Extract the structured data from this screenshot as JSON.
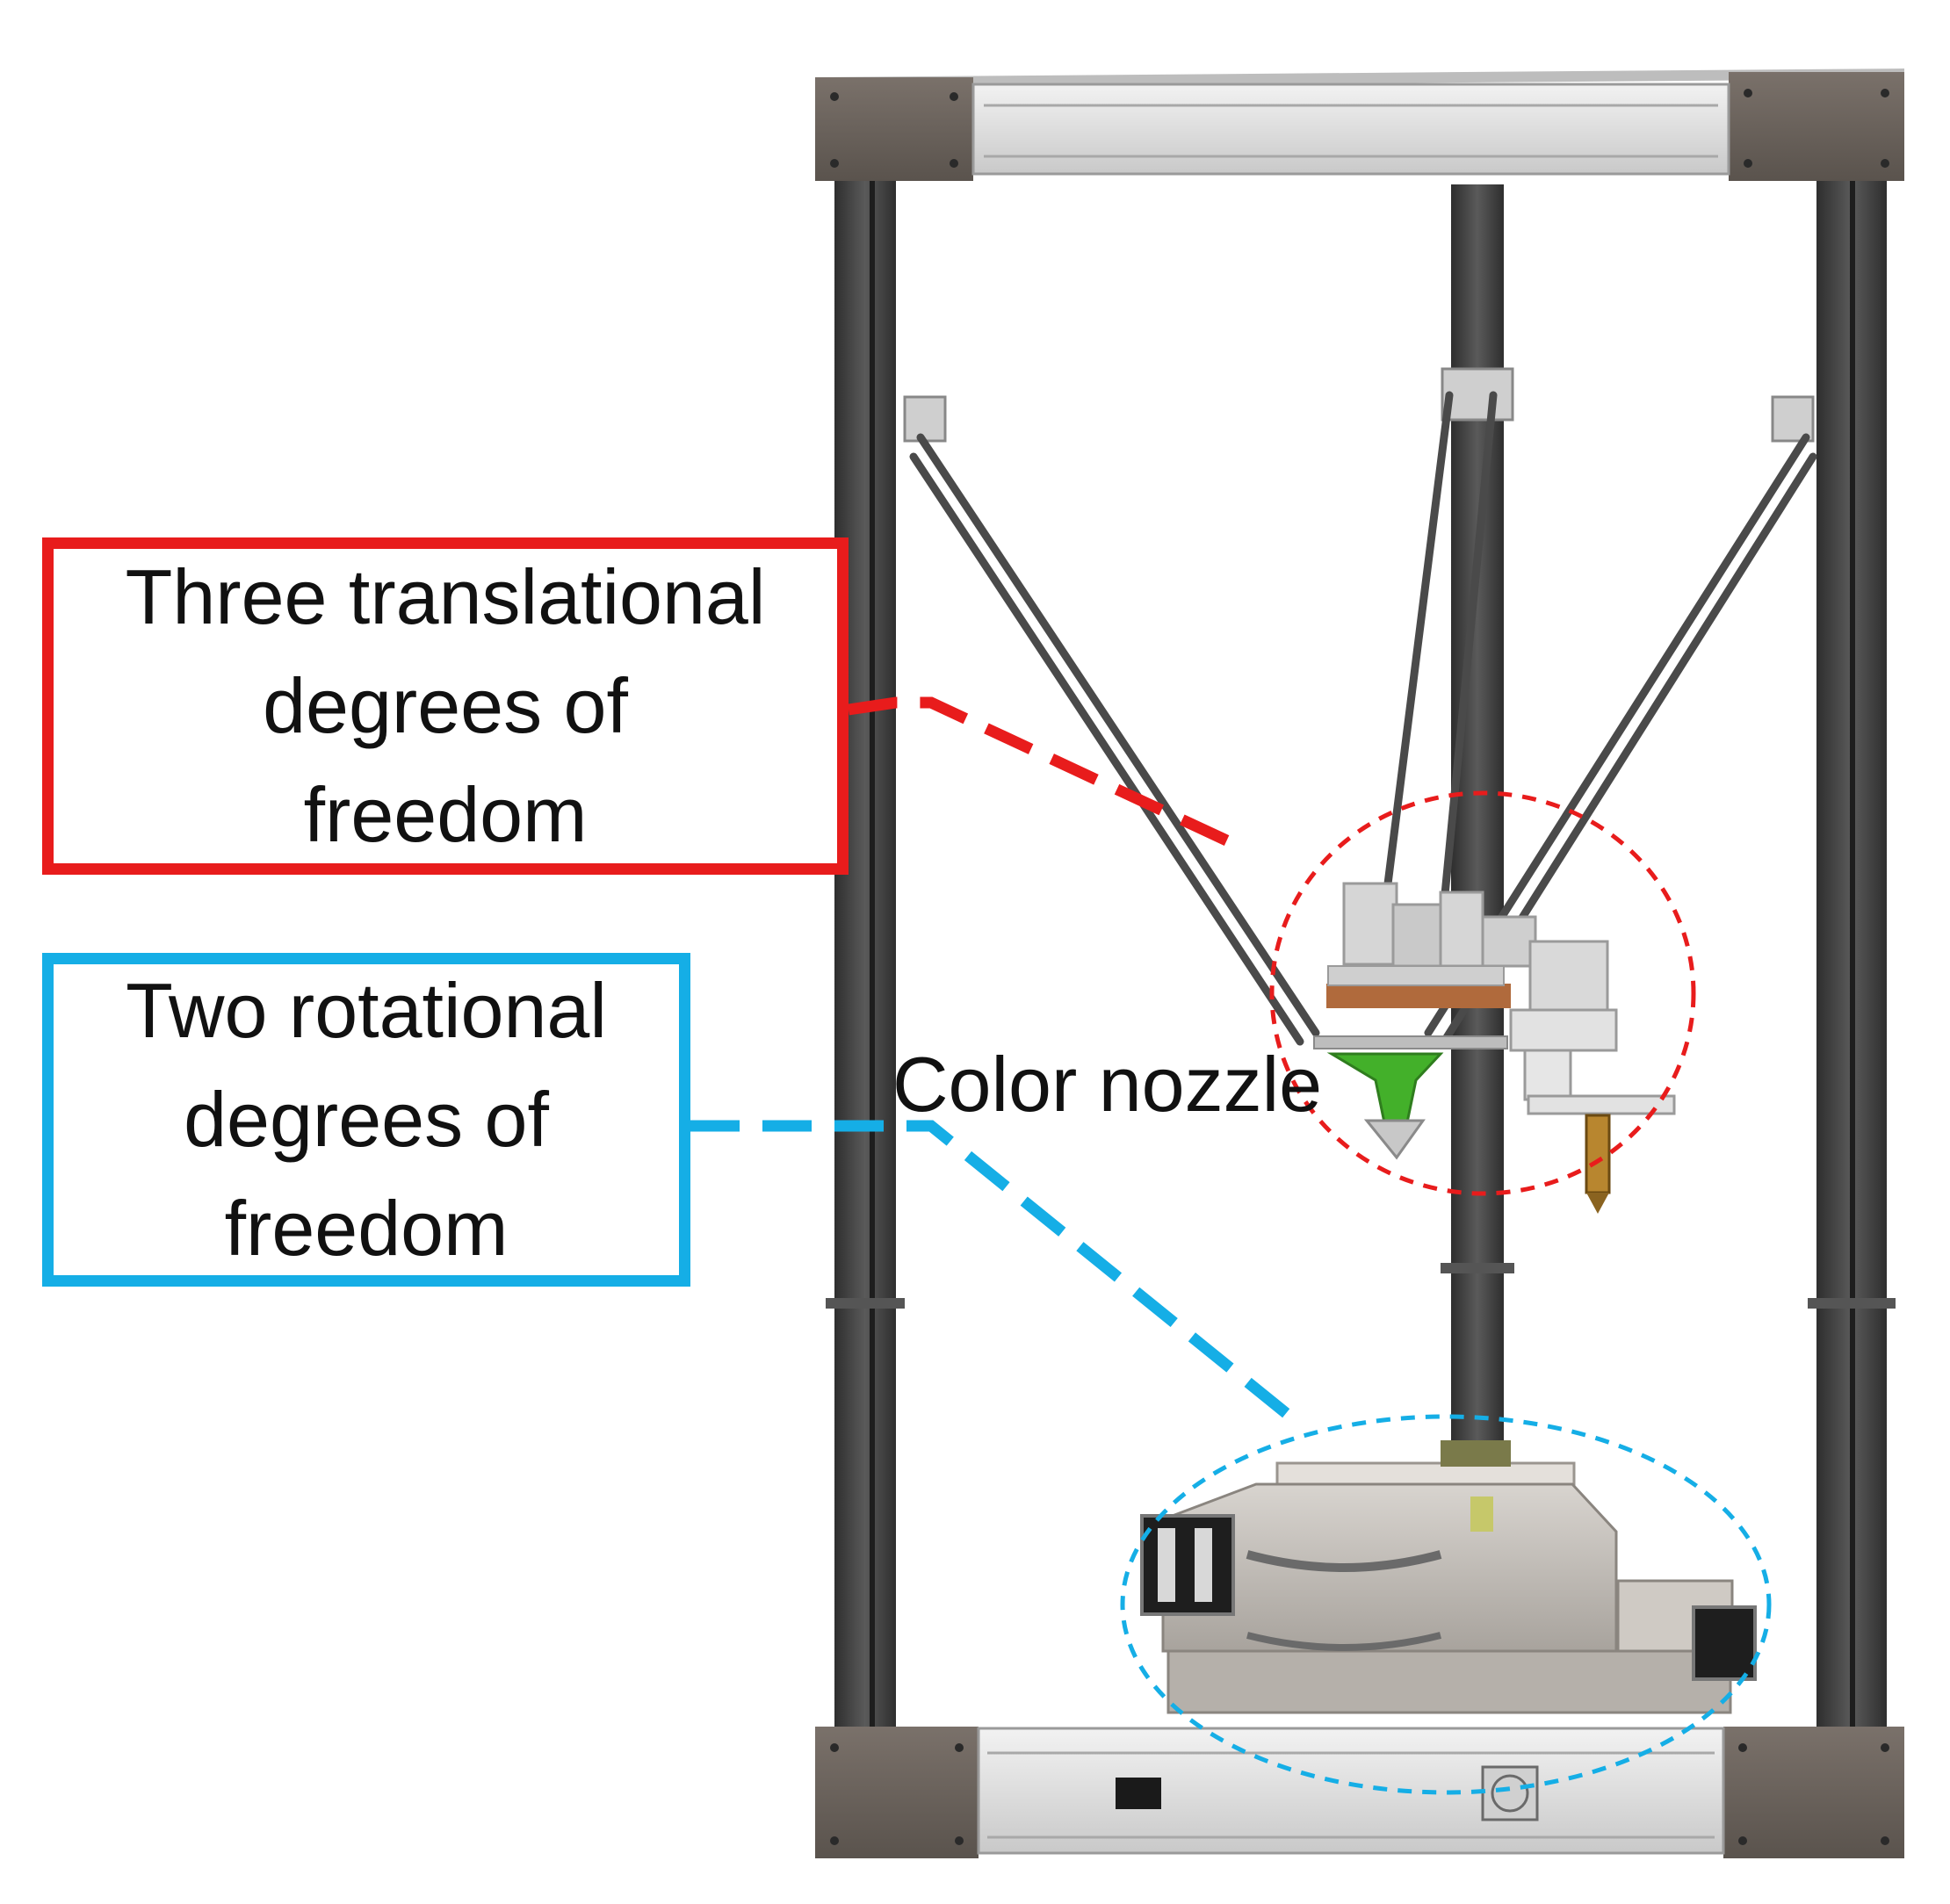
{
  "callouts": {
    "translational": {
      "text": "Three translational\ndegrees of\nfreedom",
      "color": "#e81c1c"
    },
    "rotational": {
      "text": "Two rotational\ndegrees of\nfreedom",
      "color": "#15aee6"
    }
  },
  "labels": {
    "nozzle": "Color nozzle"
  },
  "colors": {
    "frame_plate": "#6b625b",
    "column": "#3a3a3a",
    "rail": "#d9d9d9",
    "effector": "#d2d2d2",
    "nozzle_green": "#43b02a",
    "brass": "#b8862f"
  }
}
